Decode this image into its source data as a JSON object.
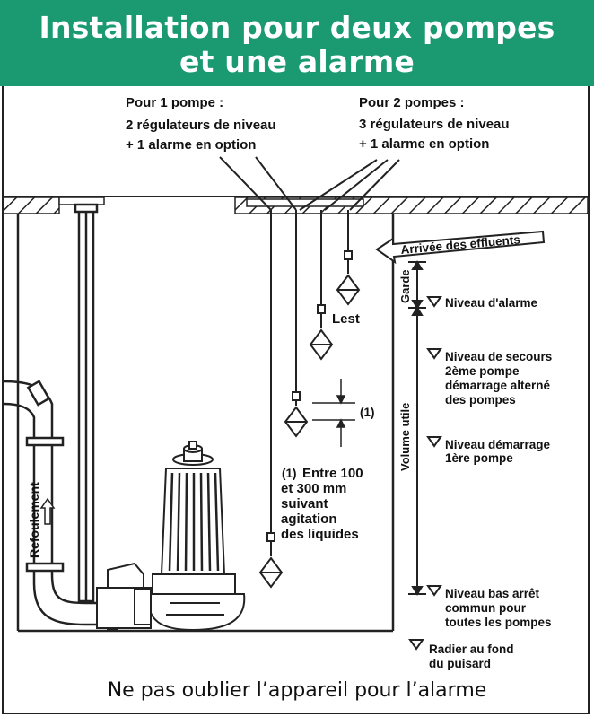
{
  "header": {
    "title_line1": "Installation pour deux pompes",
    "title_line2": "et une alarme",
    "bg_color": "#1b9a72"
  },
  "callouts": {
    "one_pump": {
      "title": "Pour 1 pompe :",
      "line1": "2 régulateurs de niveau",
      "line2": "+ 1 alarme en option"
    },
    "two_pumps": {
      "title": "Pour 2 pompes :",
      "line1": "3 régulateurs de niveau",
      "line2": "+ 1 alarme en option"
    }
  },
  "labels": {
    "inlet": "Arrivée des effluents",
    "weight": "Lest",
    "garde": "Garde",
    "volume": "Volume utile",
    "discharge": "Refoulement",
    "dimension_marker": "(1)"
  },
  "note": {
    "marker": "(1)",
    "line1": "Entre 100",
    "line2": "et 300 mm",
    "line3": "suivant",
    "line4": "agitation",
    "line5": "des liquides"
  },
  "levels": {
    "alarm": "Niveau d'alarme",
    "backup_1": "Niveau de secours",
    "backup_2": "2ème pompe",
    "backup_3": "démarrage alterné",
    "backup_4": "des pompes",
    "start_1": "Niveau démarrage",
    "start_2": "1ère pompe",
    "stop_1": "Niveau bas arrêt",
    "stop_2": "commun pour",
    "stop_3": "toutes les pompes",
    "floor_1": "Radier au fond",
    "floor_2": "du puisard"
  },
  "footer": "Ne pas oublier l’appareil pour l’alarme"
}
